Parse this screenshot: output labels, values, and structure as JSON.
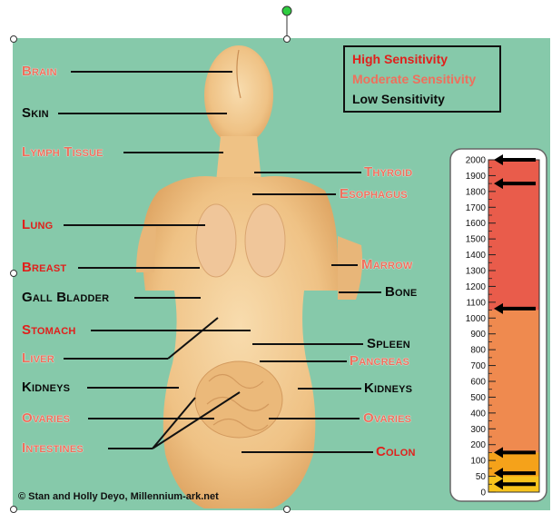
{
  "legend": {
    "high": "High Sensitivity",
    "moderate": "Moderate Sensitivity",
    "low": "Low Sensitivity"
  },
  "labels": {
    "brain": "Brain",
    "skin": "Skin",
    "lymph": "Lymph Tissue",
    "lung": "Lung",
    "breast": "Breast",
    "gall": "Gall Bladder",
    "stomach": "Stomach",
    "liver": "Liver",
    "kidneys_left": "Kidneys",
    "ovaries_left": "Ovaries",
    "intestines": "Intestines",
    "thyroid": "Thyroid",
    "esophagus": "Esophagus",
    "marrow": "Marrow",
    "bone": "Bone",
    "spleen": "Spleen",
    "pancreas": "Pancreas",
    "kidneys_right": "Kidneys",
    "ovaries_right": "Ovaries",
    "colon": "Colon"
  },
  "scale": {
    "ticks": [
      "2000",
      "1900",
      "1800",
      "1700",
      "1600",
      "1500",
      "1400",
      "1300",
      "1200",
      "1100",
      "1000",
      "900",
      "800",
      "700",
      "600",
      "500",
      "400",
      "300",
      "200",
      "100",
      "50",
      "0"
    ],
    "bands": [
      {
        "from": 2000,
        "to": 1050,
        "color": "#e95c4b"
      },
      {
        "from": 1050,
        "to": 150,
        "color": "#ef8a4f"
      },
      {
        "from": 150,
        "to": 0,
        "color": "#f5a21a"
      }
    ],
    "arrows": [
      2000,
      1850,
      1060,
      150,
      60,
      25
    ]
  },
  "credit": "© Stan and Holly Deyo, Millennium-ark.net",
  "colors": {
    "high": "#e0201c",
    "moderate": "#ef6f5c",
    "low": "#0a0a0a",
    "background": "#86c9aa"
  }
}
